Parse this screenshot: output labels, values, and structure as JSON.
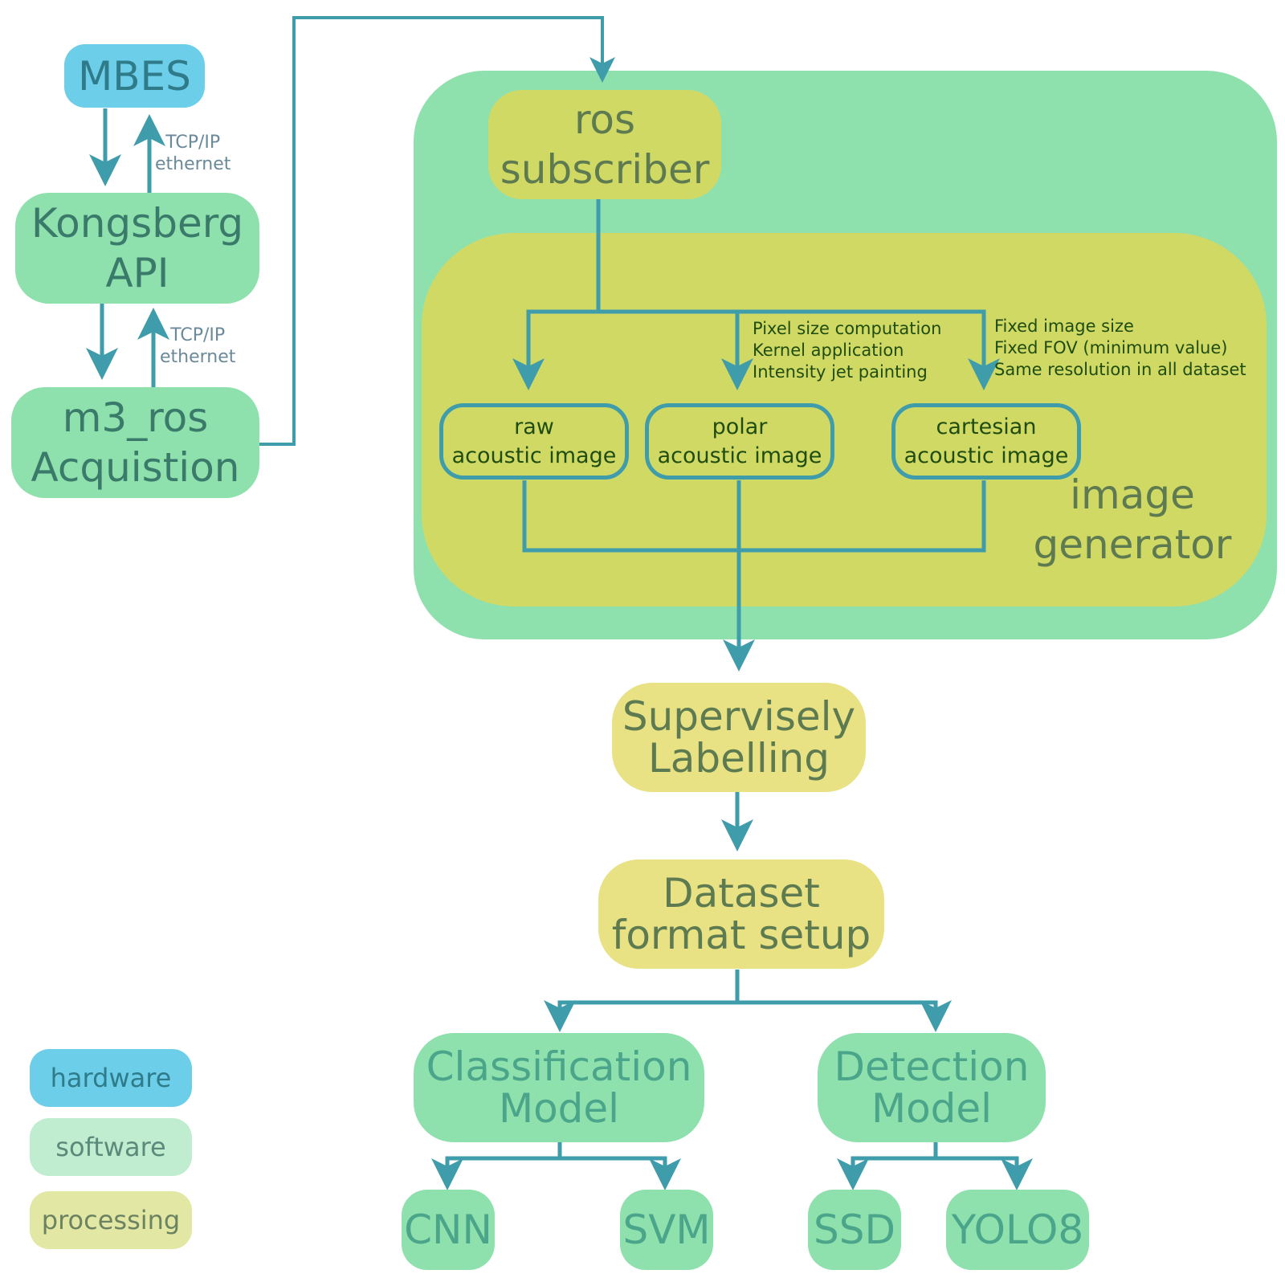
{
  "nodes": {
    "mbes": "MBES",
    "kongsberg": [
      "Kongsberg",
      "API"
    ],
    "m3ros": [
      "m3_ros",
      "Acquistion"
    ],
    "ros_subscriber": [
      "ros",
      "subscriber"
    ],
    "image_generator": [
      "image",
      "generator"
    ],
    "raw": [
      "raw",
      "acoustic image"
    ],
    "polar": [
      "polar",
      "acoustic image"
    ],
    "cartesian": [
      "cartesian",
      "acoustic image"
    ],
    "supervisely": [
      "Supervisely",
      "Labelling"
    ],
    "dataset": [
      "Dataset",
      "format setup"
    ],
    "classification": [
      "Classification",
      "Model"
    ],
    "detection": [
      "Detection",
      "Model"
    ],
    "cnn": "CNN",
    "svm": "SVM",
    "ssd": "SSD",
    "yolo": "YOLO8"
  },
  "connections": {
    "link1": [
      "TCP/IP",
      "ethernet"
    ],
    "link2": [
      "TCP/IP",
      "ethernet"
    ]
  },
  "notes": {
    "polar": [
      "Pixel size computation",
      "Kernel application",
      "Intensity jet painting"
    ],
    "cartesian": [
      "Fixed image size",
      "Fixed FOV (minimum value)",
      "Same resolution in all dataset"
    ]
  },
  "legend": {
    "hardware": "hardware",
    "software": "software",
    "processing": "processing"
  },
  "colors": {
    "hardware": "#6ccee8",
    "software": "#8ee0ad",
    "software_legend": "#c0ecd0",
    "processing": "#d1d965",
    "labelling": "#e8e284",
    "arrow": "#3e9cab"
  }
}
